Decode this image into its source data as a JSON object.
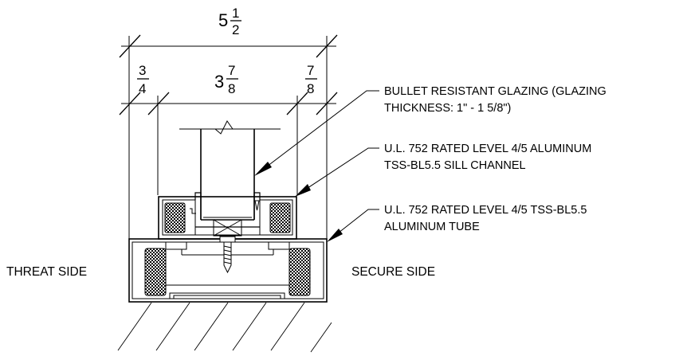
{
  "dimensions": {
    "overall": {
      "whole": "5",
      "num": "1",
      "den": "2"
    },
    "left": {
      "num": "3",
      "den": "4"
    },
    "center": {
      "whole": "3",
      "num": "7",
      "den": "8"
    },
    "right": {
      "num": "7",
      "den": "8"
    }
  },
  "callouts": [
    {
      "line1": "BULLET RESISTANT GLAZING (GLAZING",
      "line2": "THICKNESS: 1\" - 1 5/8\")"
    },
    {
      "line1": "U.L. 752 RATED LEVEL 4/5 ALUMINUM",
      "line2": "TSS-BL5.5 SILL CHANNEL"
    },
    {
      "line1": "U.L. 752 RATED LEVEL 4/5 TSS-BL5.5",
      "line2": "ALUMINUM TUBE"
    }
  ],
  "labels": {
    "threat_side": "THREAT SIDE",
    "secure_side": "SECURE SIDE"
  }
}
